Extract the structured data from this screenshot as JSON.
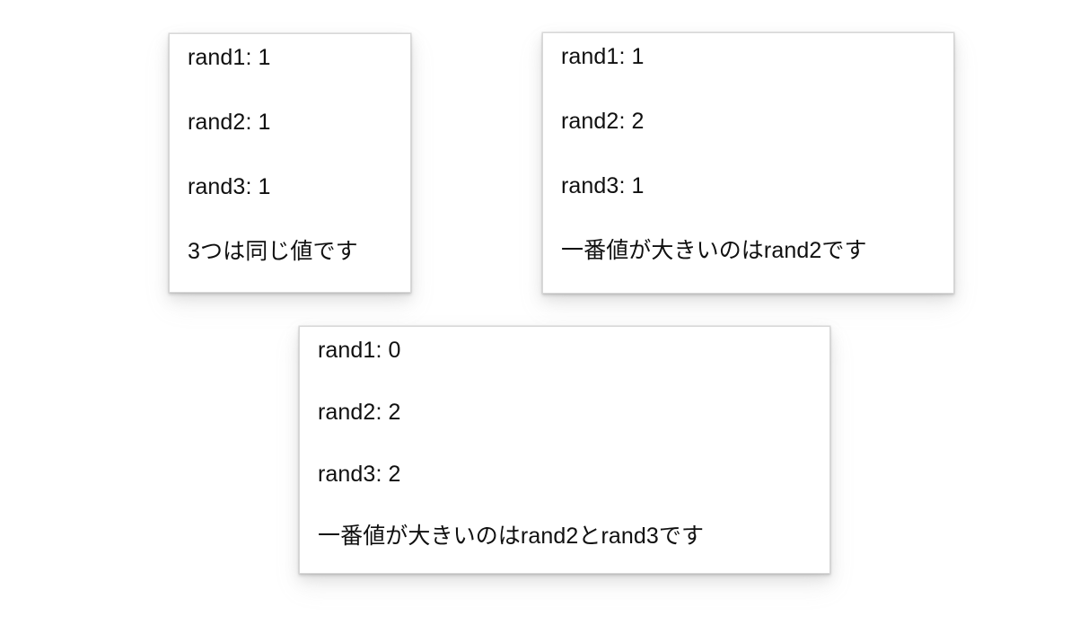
{
  "page": {
    "background_color": "#ffffff",
    "text_color": "#101010",
    "panel_background": "#ffffff",
    "panel_border_color": "#d8d8d8"
  },
  "panels": [
    {
      "id": "panel-1",
      "lines": [
        "rand1: 1",
        "rand2: 1",
        "rand3: 1"
      ],
      "verdict": "3つは同じ値です",
      "values": {
        "rand1": 1,
        "rand2": 1,
        "rand3": 1
      }
    },
    {
      "id": "panel-2",
      "lines": [
        "rand1: 1",
        "rand2: 2",
        "rand3: 1"
      ],
      "verdict": "一番値が大きいのはrand2です",
      "values": {
        "rand1": 1,
        "rand2": 2,
        "rand3": 1
      }
    },
    {
      "id": "panel-3",
      "lines": [
        "rand1: 0",
        "rand2: 2",
        "rand3: 2"
      ],
      "verdict": "一番値が大きいのはrand2とrand3です",
      "values": {
        "rand1": 0,
        "rand2": 2,
        "rand3": 2
      }
    }
  ]
}
